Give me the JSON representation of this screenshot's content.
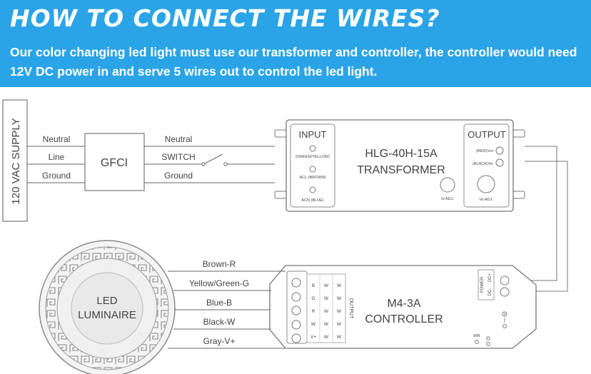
{
  "banner": {
    "title": "HOW TO CONNECT THE WIRES?",
    "description": "Our color changing led light must use our transformer and controller, the controller would need 12V DC power in and serve 5 wires out to control the led light."
  },
  "supply": {
    "label": "120 VAC SUPPLY",
    "wires": [
      "Neutral",
      "Line",
      "Ground"
    ]
  },
  "gfci": {
    "label": "GFCI",
    "out_wires": [
      "Neutral",
      "SWITCH",
      "Ground"
    ]
  },
  "transformer": {
    "model": "HLG-40H-15A",
    "name": "TRANSFORMER",
    "input_title": "INPUT",
    "input_terminals": [
      "(GREEN/YELLOW)",
      "ACL (BROWN)",
      "ACN (BLUE)"
    ],
    "output_title": "OUTPUT",
    "output_terminals": [
      "(RED)Vo+",
      "(BLACK)Vo-"
    ],
    "io_adj": "Io ADJ.",
    "vo_adj": "Vo ADJ."
  },
  "controller": {
    "model": "M4-3A",
    "name": "CONTROLLER",
    "output_label": "OUTPUT",
    "terminal_columns": [
      [
        "B",
        "G",
        "R",
        "W",
        "V+"
      ],
      [
        "W",
        "W",
        "W",
        "W",
        "W"
      ],
      [
        "W",
        "W",
        "W",
        "W",
        "W"
      ]
    ],
    "power_label": "POWER",
    "dc_plus": "DC+",
    "dc_minus": "DC-",
    "small_label": "M/B"
  },
  "luminaire": {
    "line1": "LED",
    "line2": "LUMINAIRE",
    "wires": [
      "Brown-R",
      "Yellow/Green-G",
      "Blue-B",
      "Black-W",
      "Gray-V+"
    ]
  },
  "colors": {
    "banner": "#2aa4e7",
    "line": "#555555",
    "text": "#444444"
  }
}
